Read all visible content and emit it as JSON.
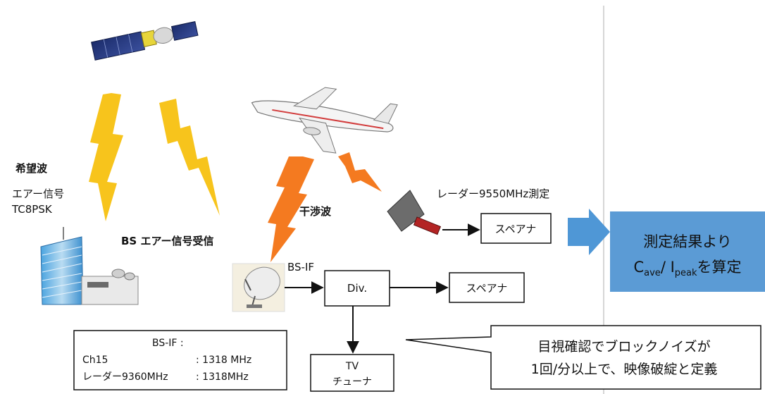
{
  "labels": {
    "desired_wave": "希望波",
    "air_signal": "エアー信号",
    "modulation": "TC8PSK",
    "bs_air_reception": "BS エアー信号受信",
    "interference_wave": "干渉波",
    "radar_measurement": "レーダー9550MHz測定",
    "bs_if": "BS-IF"
  },
  "boxes": {
    "spectrum_analyzer_top": "スペアナ",
    "divider": "Div.",
    "spectrum_analyzer_mid": "スペアナ",
    "tv_line1": "TV",
    "tv_line2": "チューナ"
  },
  "result_box": {
    "line1": "測定結果より",
    "c": "C",
    "c_sub": "ave",
    "slash": "/ ",
    "i": "I",
    "i_sub": "peak",
    "suffix": "を算定"
  },
  "bsif_info": {
    "title": "BS-IF :",
    "row1_label": "Ch15",
    "row1_value": ": 1318 MHz",
    "row2_label": "レーダー9360MHz",
    "row2_value": ": 1318MHz"
  },
  "callout": {
    "line1": "目視確認でブロックノイズが",
    "line2": "1回/分以上で、映像破綻と定義"
  },
  "icons": [
    "satellite-icon",
    "airplane-icon",
    "tv-station-building-icon",
    "parabolic-dish-icon",
    "horn-antenna-icon"
  ],
  "colors": {
    "desired_bolt": "#f7c41c",
    "interference_bolt": "#f47a20",
    "result_fill": "#5b9bd5",
    "big_arrow": "#4f97d6"
  }
}
